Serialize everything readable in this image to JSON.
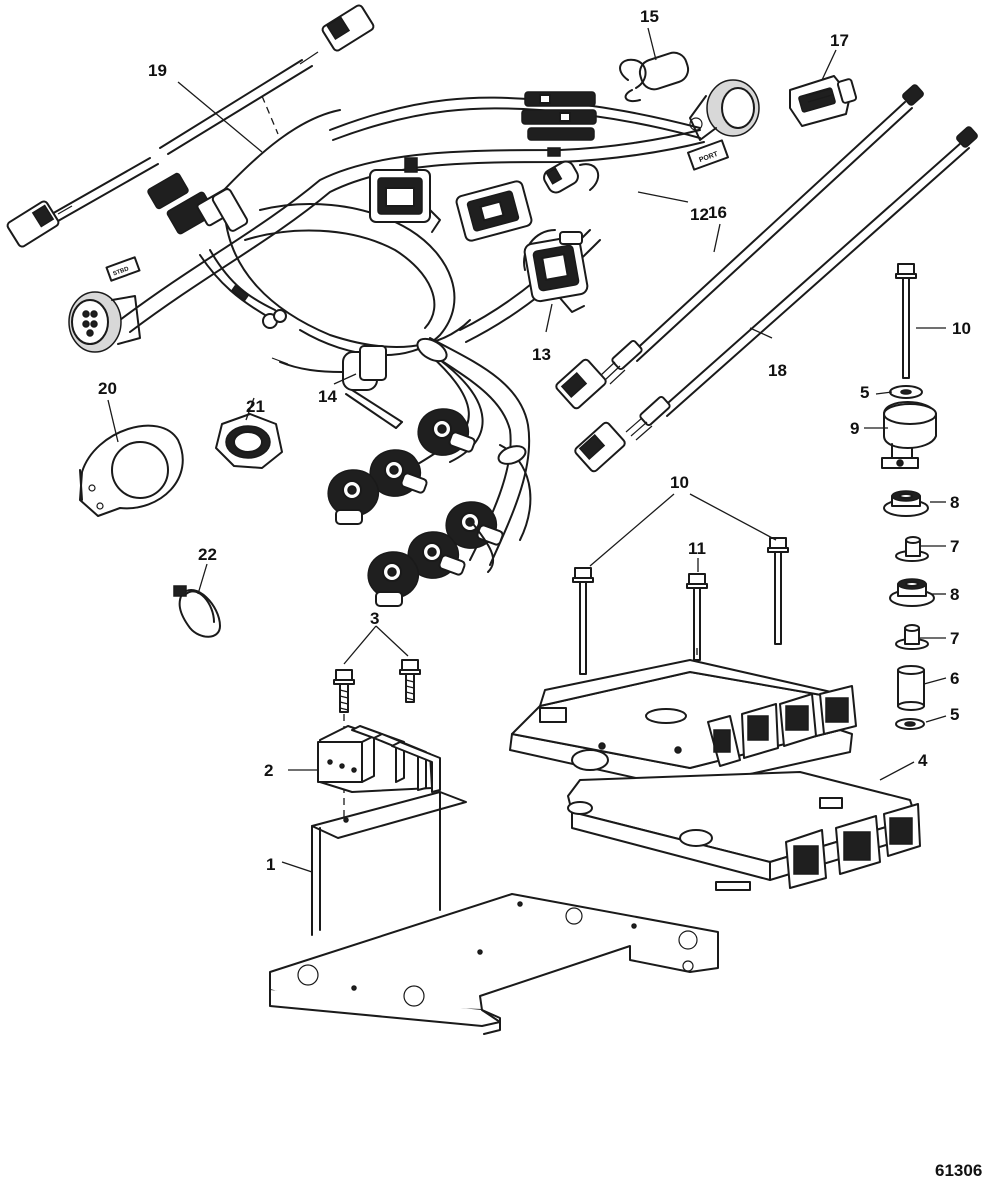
{
  "figure_number": "61306",
  "harness_tags": [
    "PORT",
    "STBD"
  ],
  "callouts": {
    "c1": "1",
    "c2": "2",
    "c3": "3",
    "c4": "4",
    "c5a": "5",
    "c5b": "5",
    "c6": "6",
    "c7a": "7",
    "c7b": "7",
    "c8a": "8",
    "c8b": "8",
    "c9": "9",
    "c10a": "10",
    "c10b": "10",
    "c11": "11",
    "c12": "12",
    "c13": "13",
    "c14": "14",
    "c15": "15",
    "c16": "16",
    "c17": "17",
    "c18": "18",
    "c19": "19",
    "c20": "20",
    "c21": "21",
    "c22": "22"
  }
}
